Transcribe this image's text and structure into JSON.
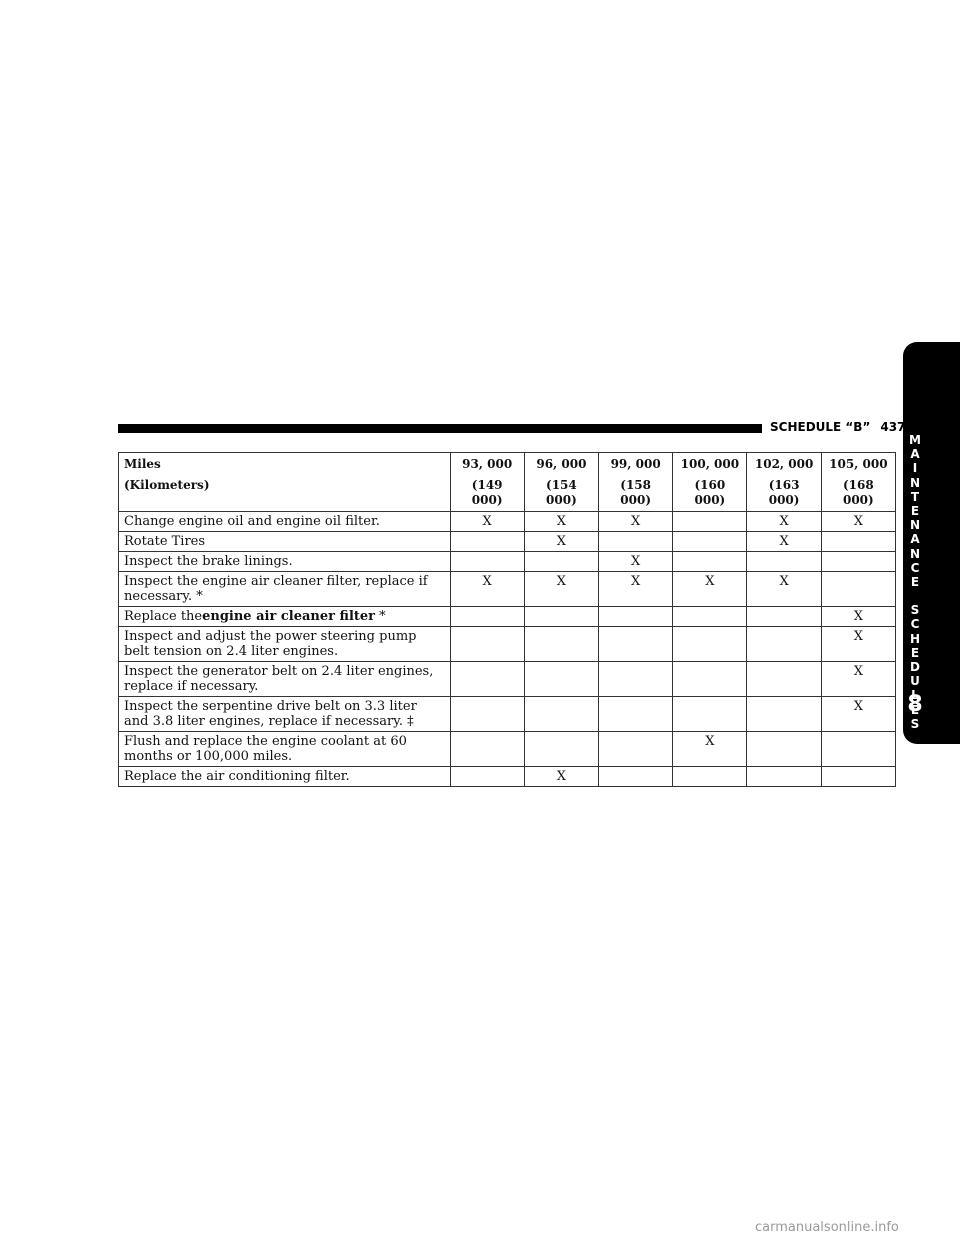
{
  "header": {
    "section_title": "SCHEDULE “B”",
    "page_number": "437"
  },
  "side_tab": {
    "letters": [
      "M",
      "A",
      "I",
      "N",
      "T",
      "E",
      "N",
      "A",
      "N",
      "C",
      "E",
      "",
      "S",
      "C",
      "H",
      "E",
      "D",
      "U",
      "L",
      "E",
      "S"
    ],
    "chapter_number": "8"
  },
  "table": {
    "header_label_line1": "Miles",
    "header_label_line2": "(Kilometers)",
    "intervals": [
      {
        "miles": "93, 000",
        "km": "(149 000)"
      },
      {
        "miles": "96, 000",
        "km": "(154 000)"
      },
      {
        "miles": "99, 000",
        "km": "(158 000)"
      },
      {
        "miles": "100, 000",
        "km": "(160 000)"
      },
      {
        "miles": "102, 000",
        "km": "(163 000)"
      },
      {
        "miles": "105, 000",
        "km": "(168 000)"
      }
    ],
    "rows": [
      {
        "task": "Change engine oil and engine oil filter.",
        "task_bold": "",
        "task_suffix": "",
        "marks": [
          "X",
          "X",
          "X",
          "",
          "X",
          "X"
        ]
      },
      {
        "task": "Rotate Tires",
        "task_bold": "",
        "task_suffix": "",
        "marks": [
          "",
          "X",
          "",
          "",
          "X",
          ""
        ]
      },
      {
        "task": "Inspect the brake linings.",
        "task_bold": "",
        "task_suffix": "",
        "marks": [
          "",
          "",
          "X",
          "",
          "",
          ""
        ]
      },
      {
        "task": "Inspect the engine air cleaner filter, replace if necessary. *",
        "task_bold": "",
        "task_suffix": "",
        "marks": [
          "X",
          "X",
          "X",
          "X",
          "X",
          ""
        ]
      },
      {
        "task": "Replace the",
        "task_bold": "engine air cleaner filter",
        "task_suffix": " *",
        "marks": [
          "",
          "",
          "",
          "",
          "",
          "X"
        ]
      },
      {
        "task": "Inspect and adjust the power steering pump belt tension on 2.4 liter engines.",
        "task_bold": "",
        "task_suffix": "",
        "marks": [
          "",
          "",
          "",
          "",
          "",
          "X"
        ]
      },
      {
        "task": "Inspect the generator belt on 2.4 liter engines, replace if necessary.",
        "task_bold": "",
        "task_suffix": "",
        "marks": [
          "",
          "",
          "",
          "",
          "",
          "X"
        ]
      },
      {
        "task": "Inspect the serpentine drive belt on 3.3 liter and 3.8 liter engines, replace if necessary. ‡",
        "task_bold": "",
        "task_suffix": "",
        "marks": [
          "",
          "",
          "",
          "",
          "",
          "X"
        ]
      },
      {
        "task": "Flush and replace the engine coolant at 60 months or 100,000 miles.",
        "task_bold": "",
        "task_suffix": "",
        "marks": [
          "",
          "",
          "",
          "X",
          "",
          ""
        ]
      },
      {
        "task": "Replace the air conditioning filter.",
        "task_bold": "",
        "task_suffix": "",
        "marks": [
          "",
          "X",
          "",
          "",
          "",
          ""
        ]
      }
    ]
  },
  "watermark": "carmanualsonline.info"
}
